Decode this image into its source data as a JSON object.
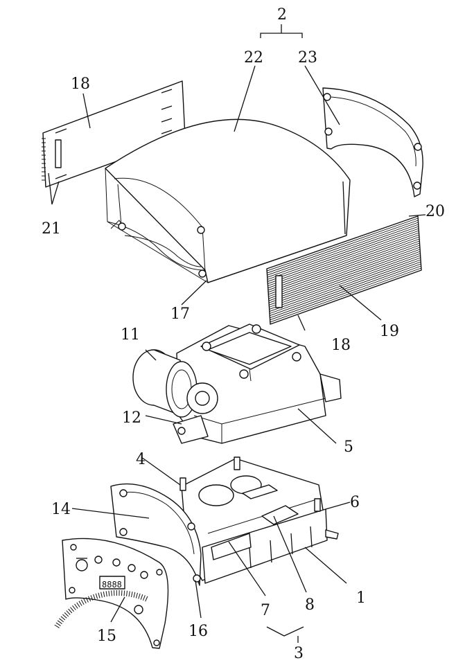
{
  "labels": {
    "n1": "1",
    "n2": "2",
    "n3": "3",
    "n4": "4",
    "n5": "5",
    "n6": "6",
    "n7": "7",
    "n8": "8",
    "n11": "11",
    "n12": "12",
    "n14": "14",
    "n15": "15",
    "n16": "16",
    "n17": "17",
    "n18a": "18",
    "n18b": "18",
    "n19": "19",
    "n20": "20",
    "n21": "21",
    "n22": "22",
    "n23": "23"
  },
  "panel_display": "8888"
}
